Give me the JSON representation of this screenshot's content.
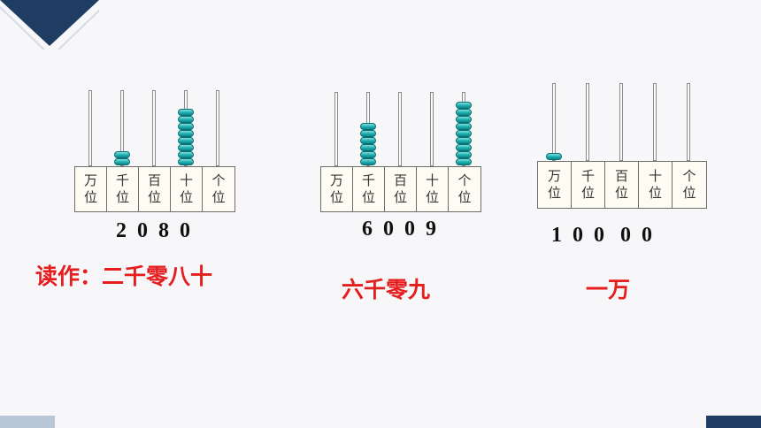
{
  "place_values": [
    {
      "top": "万",
      "bottom": "位"
    },
    {
      "top": "千",
      "bottom": "位"
    },
    {
      "top": "百",
      "bottom": "位"
    },
    {
      "top": "十",
      "bottom": "位"
    },
    {
      "top": "个",
      "bottom": "位"
    }
  ],
  "abaci": [
    {
      "number_digits": "2  0  8  0",
      "reading": "读作：二千零八十",
      "beads": [
        0,
        2,
        0,
        8,
        0
      ]
    },
    {
      "number_digits": "6  0  0  9",
      "reading": "六千零九",
      "beads": [
        0,
        6,
        0,
        0,
        9
      ]
    },
    {
      "number_digits": "1  0  0   0  0",
      "reading": "一万",
      "beads": [
        1,
        0,
        0,
        0,
        0
      ]
    }
  ],
  "colors": {
    "bead": "#19a9ab",
    "reading_text": "#e51d1d",
    "accent_dark": "#1f3d62",
    "accent_light": "#b9c7d6"
  }
}
